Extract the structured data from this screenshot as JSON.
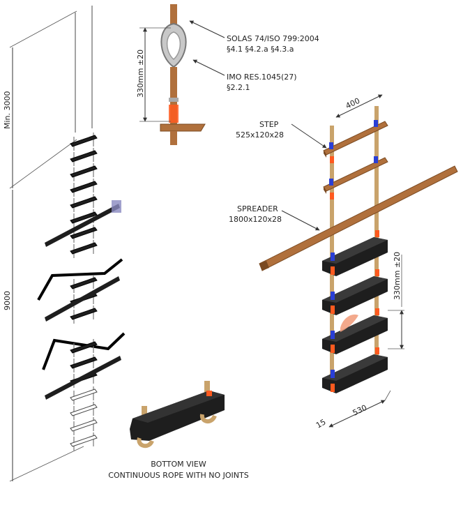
{
  "labels": {
    "solas": "SOLAS 74/ISO 799:2004",
    "solas_sections": "§4.1 §4.2.a §4.3.a",
    "imo": "IMO RES.1045(27)",
    "imo_section": "§2.2.1",
    "step_title": "STEP",
    "step_dims": "525x120x28",
    "spreader_title": "SPREADER",
    "spreader_dims": "1800x120x28",
    "bottom_view": "BOTTOM VIEW",
    "continuous_rope": "CONTINUOUS ROPE WITH NO JOINTS"
  },
  "dimensions": {
    "min_3000": "Min. 3000",
    "len_9000": "9000",
    "thimble_330": "330mm ±20",
    "width_400": "400",
    "step_spacing_330": "330mm ±20",
    "depth_530": "530",
    "thickness_15": "15"
  },
  "colors": {
    "wood": "#b0703c",
    "wood_dark": "#7a4a22",
    "rope": "#c9a36b",
    "step_black": "#1e1e1e",
    "marker_orange": "#ff5a1f",
    "marker_blue": "#2a3fd6",
    "line": "#333333"
  }
}
